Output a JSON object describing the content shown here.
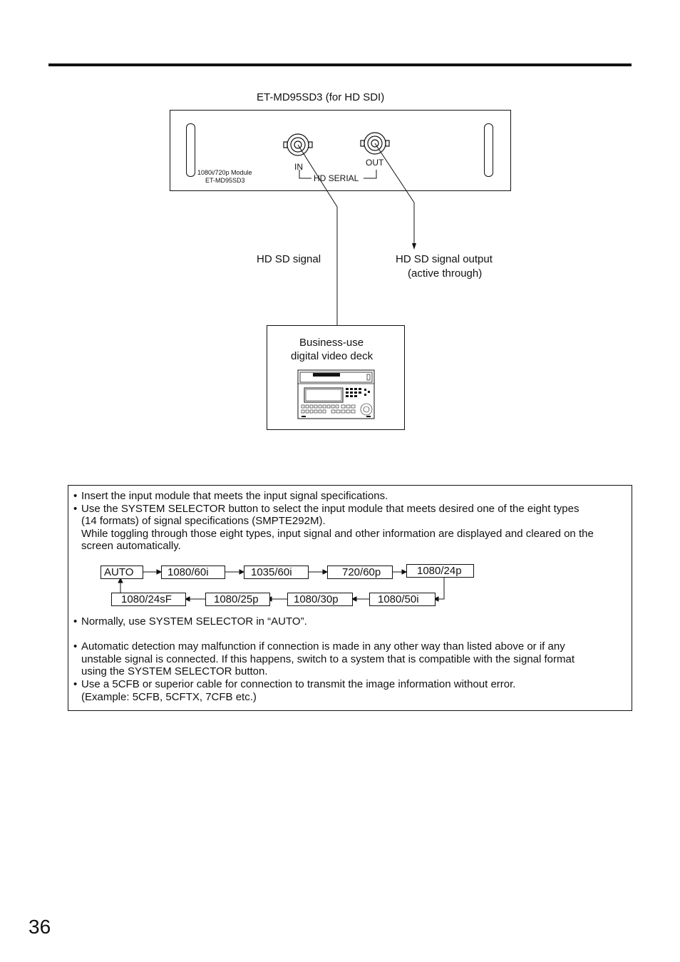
{
  "module": {
    "title": "ET-MD95SD3 (for HD SDI)",
    "plate_line1": "1080i/720p Module",
    "plate_line2": "ET-MD95SD3",
    "in_label": "IN",
    "out_label": "OUT",
    "serial_label": "HD SERIAL"
  },
  "signals": {
    "input_label": "HD SD signal",
    "output_line1": "HD SD signal output",
    "output_line2": "(active through)"
  },
  "deck": {
    "line1": "Business-use",
    "line2": "digital video deck"
  },
  "notes": {
    "n1": "Insert the input module that meets the input signal specifications.",
    "n2_l1": "Use the SYSTEM SELECTOR button to select the input module that meets desired one of the eight types",
    "n2_l2": "(14 formats) of signal specifications (SMPTE292M).",
    "n2_l3": "While toggling through those eight types, input signal and other information are displayed and cleared on the",
    "n2_l4": "screen automatically.",
    "n3": "Normally, use SYSTEM SELECTOR in “AUTO”.",
    "n4_l1": "Automatic detection may malfunction if connection is made in any other way than listed above or if any",
    "n4_l2": "unstable signal is connected.  If this happens, switch to a system that is compatible with the signal format",
    "n4_l3": "using the SYSTEM SELECTOR button.",
    "n5_l1": "Use a 5CFB or superior cable for connection to transmit the image information without error.",
    "n5_l2": "(Example: 5CFB, 5CFTX, 7CFB etc.)",
    "bullet": "•"
  },
  "formats": {
    "auto": "AUTO",
    "f1": "1080/60i",
    "f2": "1035/60i",
    "f3": "720/60p",
    "f4": "1080/24p",
    "f5": "1080/50i",
    "f6": "1080/30p",
    "f7": "1080/25p",
    "f8": "1080/24sF"
  },
  "page_number": "36"
}
